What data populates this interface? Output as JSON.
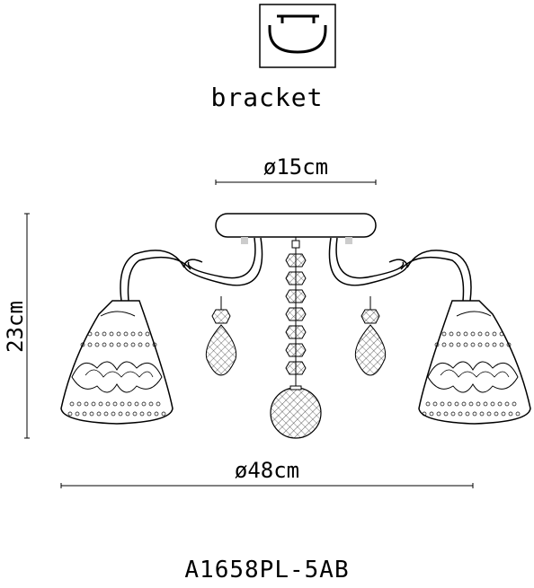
{
  "mount_icon": {
    "label": "bracket",
    "icon": "bracket-mount-icon"
  },
  "dimensions": {
    "top_width": "ø15cm",
    "height": "23cm",
    "overall_width": "ø48cm"
  },
  "model": "A1658PL-5AB"
}
